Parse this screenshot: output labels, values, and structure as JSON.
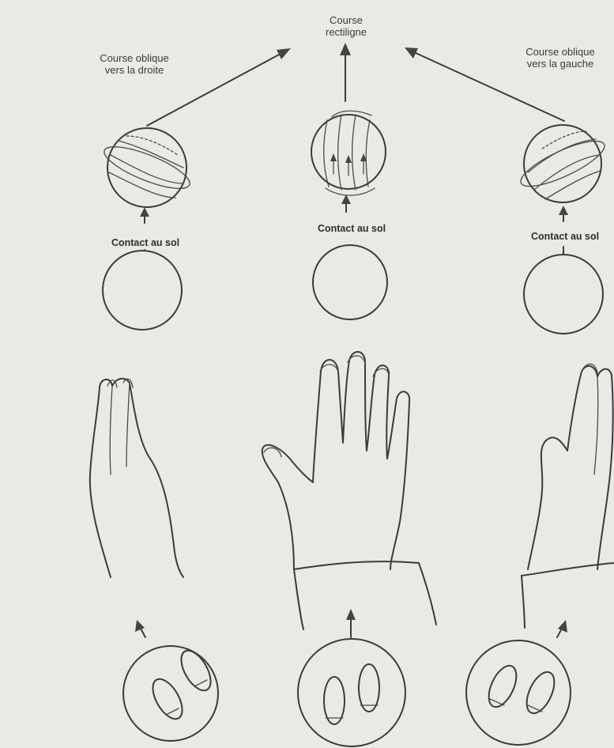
{
  "labels": {
    "course_rectiligne": "Course\nrectiligne",
    "course_oblique_droite": "Course oblique\nvers la droite",
    "course_oblique_gauche": "Course oblique\nvers la gauche",
    "contact_left": "Contact au sol",
    "contact_center": "Contact au sol",
    "contact_right": "Contact au sol"
  },
  "colors": {
    "background": "#e9e9e6",
    "ink": "#3b3b3b"
  },
  "icons": [
    "ball-spin-icon",
    "ball-icon",
    "hand-icon",
    "footprints-icon",
    "arrow-icon"
  ]
}
